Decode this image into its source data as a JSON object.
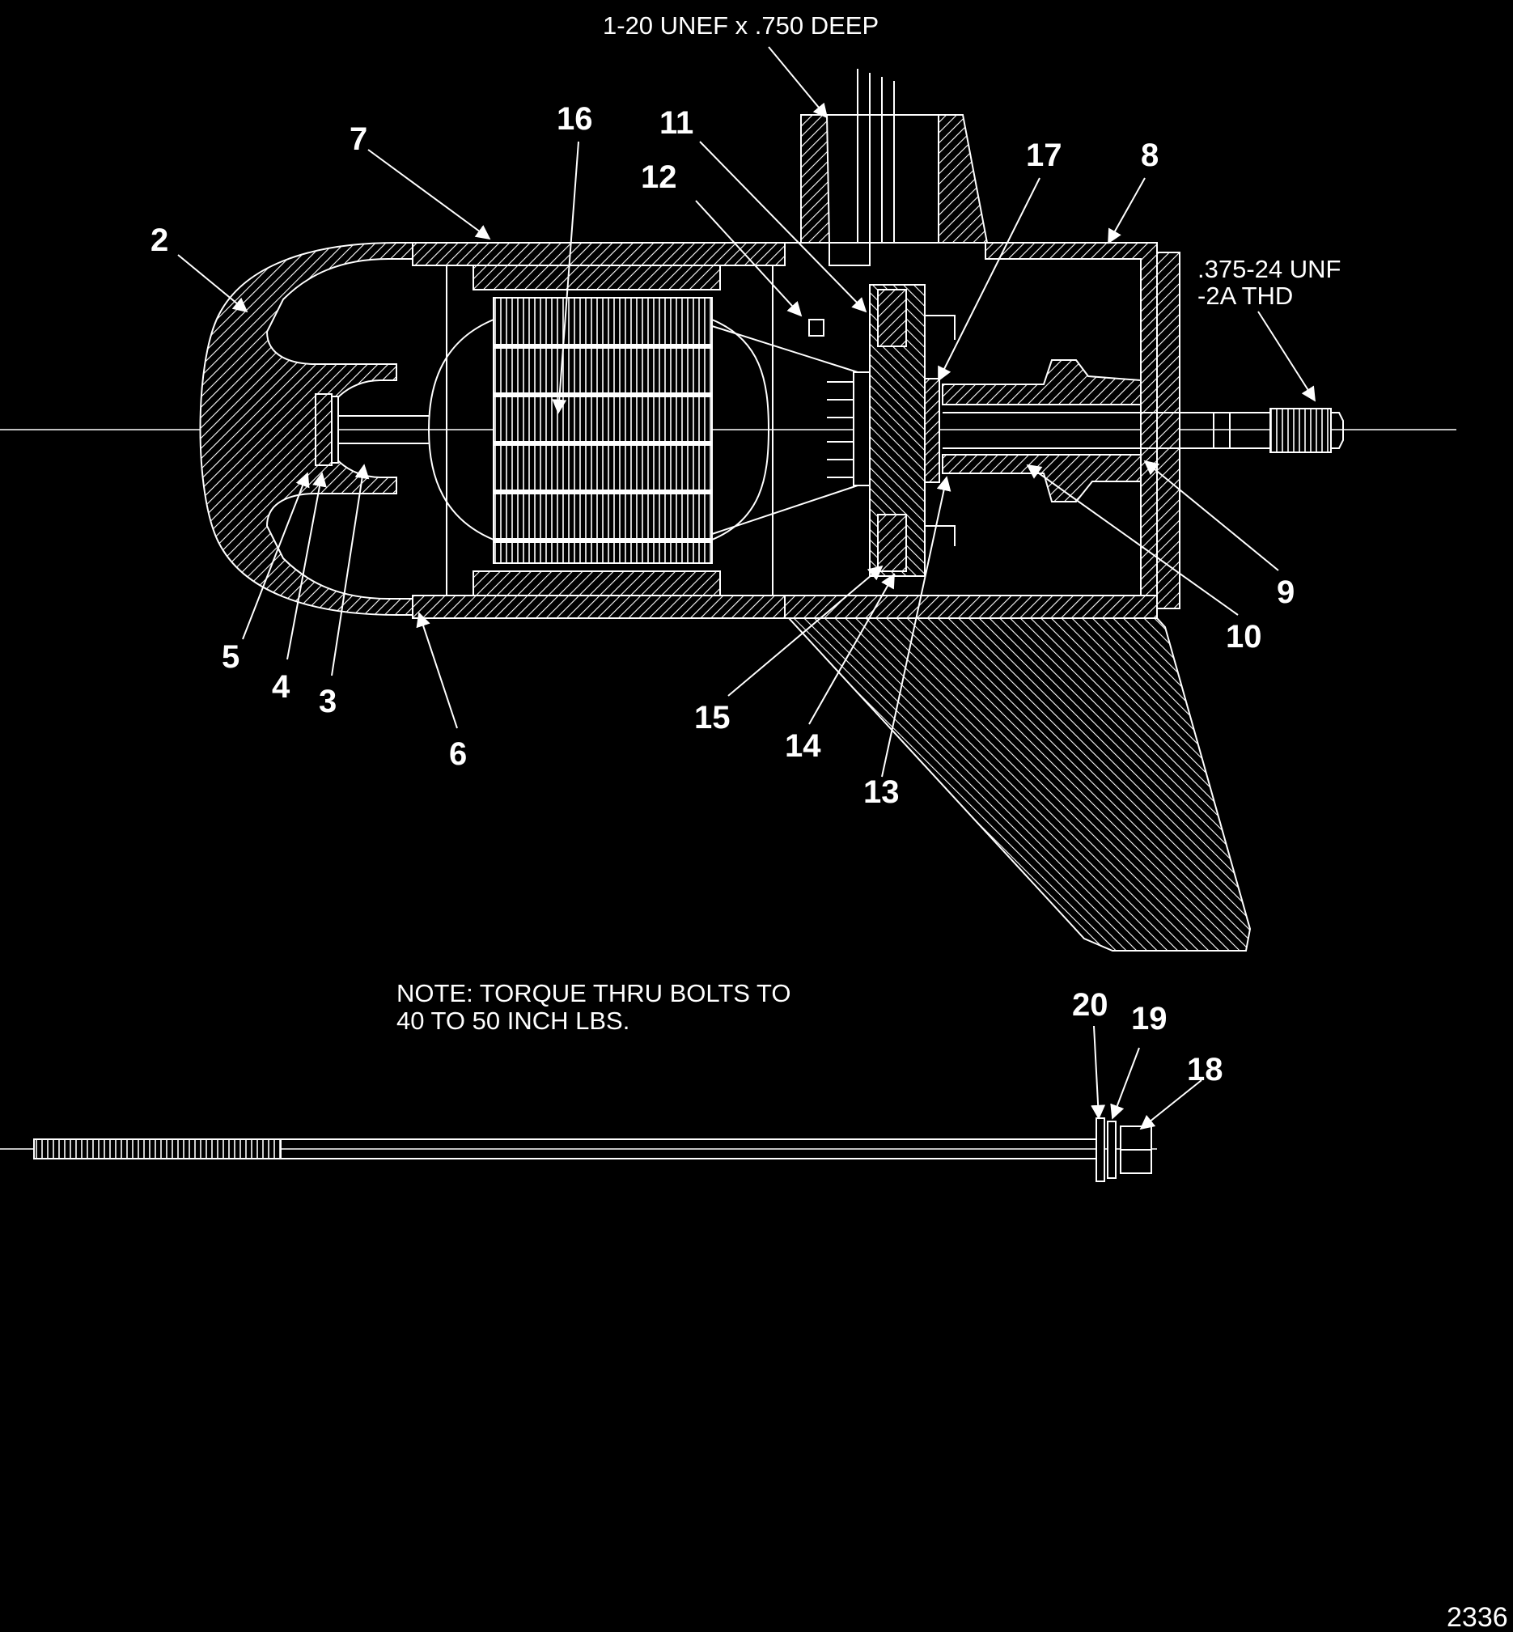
{
  "specs": {
    "top_thread": "1-20 UNEF x .750 DEEP",
    "shaft_thread_line1": ".375-24 UNF",
    "shaft_thread_line2": "-2A THD"
  },
  "note": {
    "line1": "NOTE: TORQUE THRU BOLTS TO",
    "line2": "40 TO 50 INCH LBS."
  },
  "figure_number": "2336",
  "callouts": [
    "2",
    "3",
    "4",
    "5",
    "6",
    "7",
    "8",
    "9",
    "10",
    "11",
    "12",
    "13",
    "14",
    "15",
    "16",
    "17",
    "18",
    "19",
    "20"
  ],
  "colors": {
    "background": "#000000",
    "ink": "#ffffff"
  }
}
